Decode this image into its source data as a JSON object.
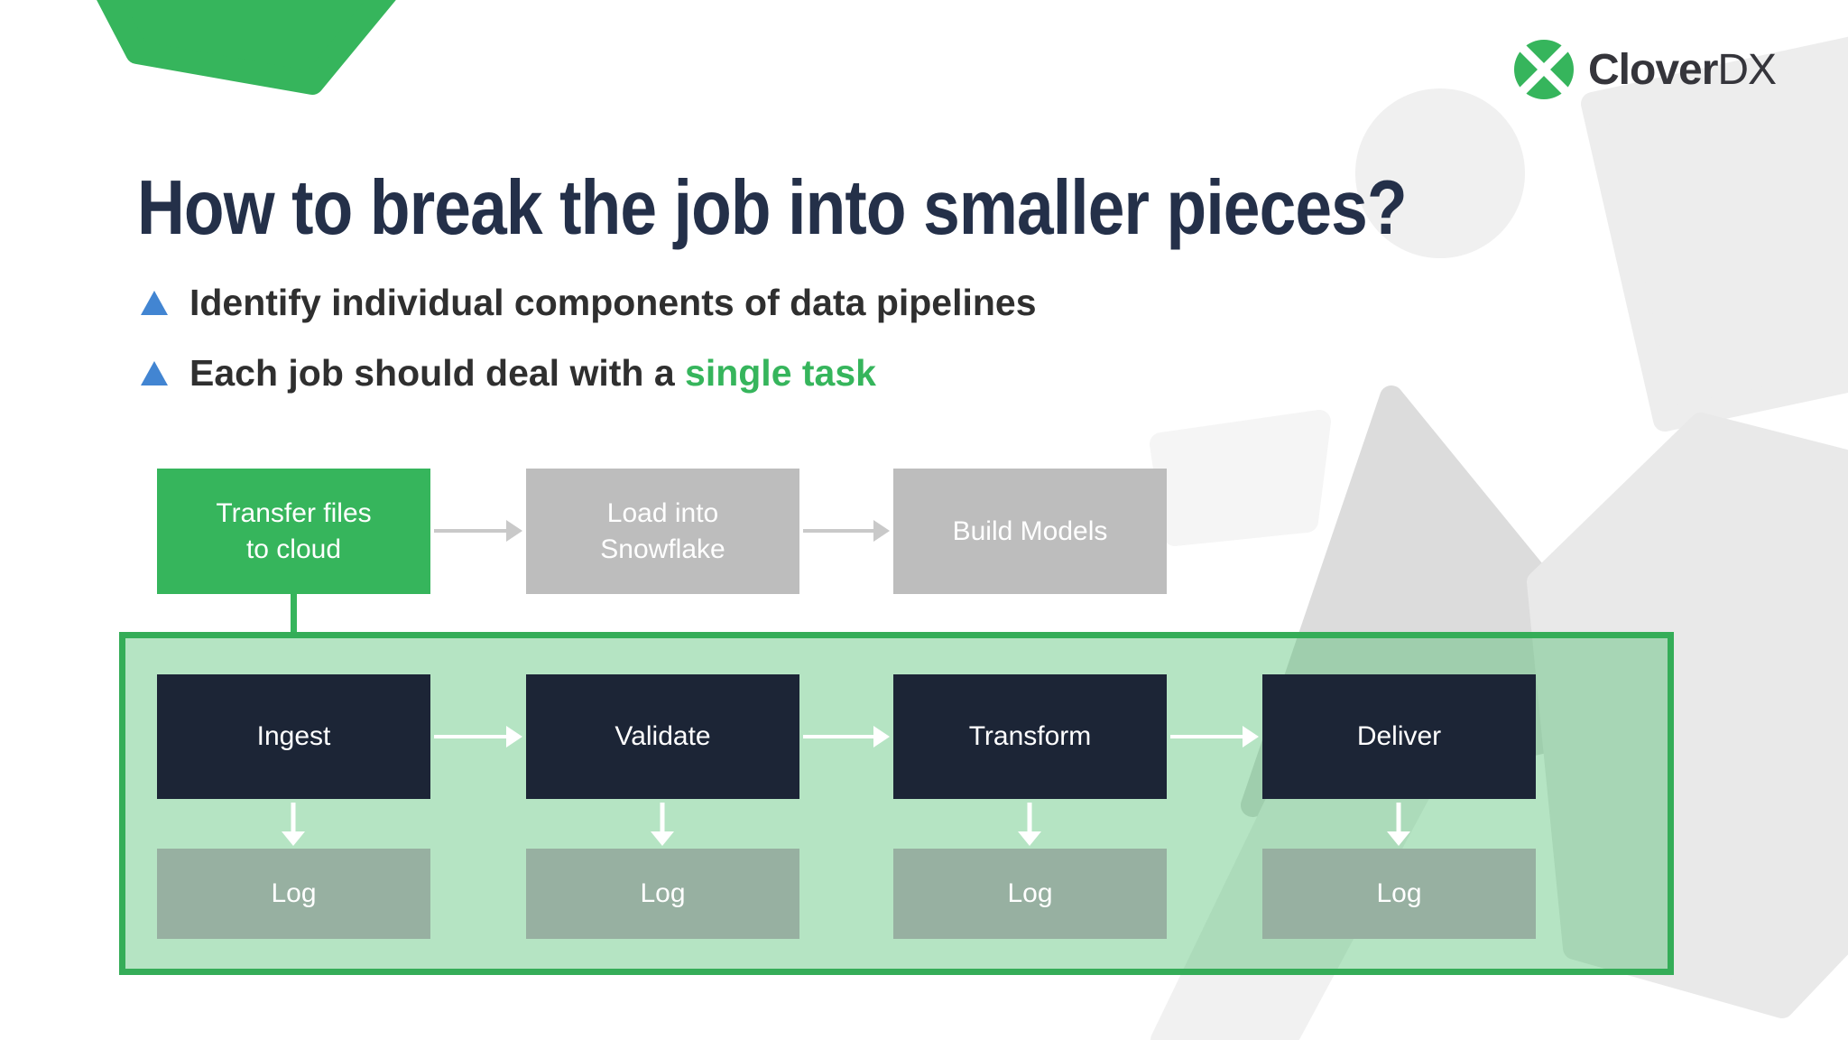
{
  "colors": {
    "green": "#36b55c",
    "green_border": "#35ad58",
    "container_fill": "rgba(54,181,92,0.37)",
    "navy_title": "#243049",
    "navy_box": "#1c2536",
    "gray_box": "#bdbdbd",
    "arrow_gray": "#c9c9c9",
    "bullet_blue": "#4285d2",
    "log_box": "#97b0a1",
    "text_dark": "#2f2f2f",
    "logo_text": "#35353b",
    "shape_circle": "#f0f0f0",
    "shape_gray_1": "#ededed",
    "shape_gray_2": "#e9e9e9",
    "shape_gray_3": "#f1f1f1",
    "shape_gray_4": "#f5f5f5",
    "shape_gray_dark": "#dcdcdc"
  },
  "logo": {
    "icon": "clover-icon",
    "name_bold": "Clover",
    "name_light": "DX"
  },
  "title": "How to break the job into smaller pieces?",
  "bullets": [
    {
      "prefix": "Identify individual components of data pipelines",
      "highlight": ""
    },
    {
      "prefix": "Each job should deal with a ",
      "highlight": "single task"
    }
  ],
  "pipeline": {
    "steps": [
      {
        "label": "Transfer files\nto cloud",
        "state": "active"
      },
      {
        "label": "Load into\nSnowflake",
        "state": "inactive"
      },
      {
        "label": "Build Models",
        "state": "inactive"
      }
    ]
  },
  "subjobs": {
    "steps": [
      "Ingest",
      "Validate",
      "Transform",
      "Deliver"
    ],
    "log_label": "Log"
  }
}
